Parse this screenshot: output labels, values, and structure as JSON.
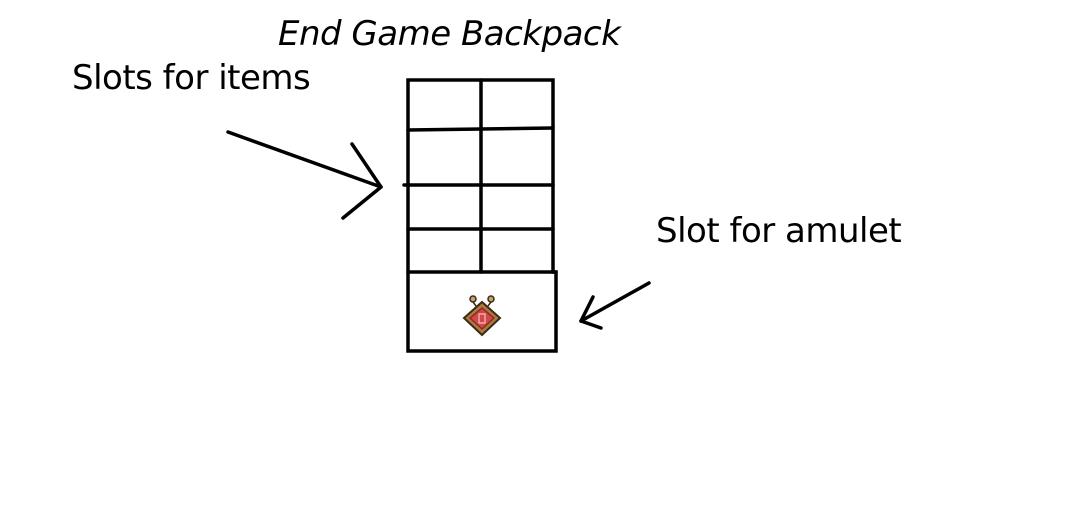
{
  "diagram": {
    "title": "End Game Backpack",
    "labels": {
      "items": "Slots for items",
      "amulet": "Slot for amulet"
    },
    "grid": {
      "columns": 2,
      "item_rows": 4,
      "amulet_slot": 1
    },
    "icons": {
      "amulet": "amulet-icon"
    },
    "colors": {
      "stroke": "#000000",
      "background": "#ffffff",
      "amulet_frame": "#b07a3a",
      "amulet_gem": "#d24848",
      "amulet_gem_dark": "#8e2a2a",
      "amulet_outline": "#3a2a1a"
    }
  }
}
